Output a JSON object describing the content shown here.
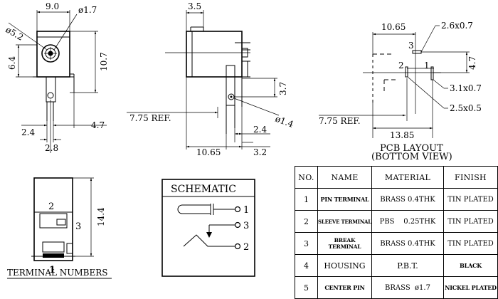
{
  "dims": {
    "width_top": "9.0",
    "pin_dia": "ø1.7",
    "outer_dia": "ø5.2",
    "height_left": "6.4",
    "height_right": "10.7",
    "bottom_left": "2.4",
    "bottom_right": "4.7",
    "bottom_center": "2.8",
    "side_top": "3.5",
    "side_ref": "7.75 REF.",
    "side_right": "3.7",
    "side_hole": "ø1.4",
    "side_bottom_a": "2.4",
    "side_bottom_b": "10.65",
    "side_bottom_c": "3.2",
    "pcb_top": "10.65",
    "pcb_slot3": "2.6x0.7",
    "pcb_height": "4.7",
    "pcb_slot1": "3.1x0.7",
    "pcb_slot2": "2.5x0.5",
    "pcb_ref": "7.75 REF.",
    "pcb_bottom": "13.85",
    "pin_3": "3",
    "pin_2": "2",
    "pin_1": "1",
    "term_height": "14.4"
  },
  "pcb_layout_title": "PCB LAYOUT",
  "pcb_layout_subtitle": "(BOTTOM VIEW)",
  "terminal_caption": "TERMINAL NUMBERS",
  "schematic": {
    "title": "SCHEMATIC",
    "pin_1": "1",
    "pin_2": "2",
    "pin_3": "3"
  },
  "table": {
    "headers": [
      "NO.",
      "NAME",
      "MATERIAL",
      "FINISH"
    ],
    "rows": [
      {
        "no": "1",
        "name": "PIN TERMINAL",
        "material": "BRASS 0.4THK",
        "finish": "TIN PLATED"
      },
      {
        "no": "2",
        "name": "SLEEVE TERMINAL",
        "material": "PBS    0.25THK",
        "finish": "TIN PLATED"
      },
      {
        "no": "3",
        "name": "BREAK TERMINAL",
        "material": "BRASS 0.4THK",
        "finish": "TIN PLATED"
      },
      {
        "no": "4",
        "name": "HOUSING",
        "material": "P.B.T.",
        "finish": "BLACK"
      },
      {
        "no": "5",
        "name": "CENTER PIN",
        "material": "BRASS  ø1.7",
        "finish": "NICKEL PLATED"
      }
    ]
  }
}
